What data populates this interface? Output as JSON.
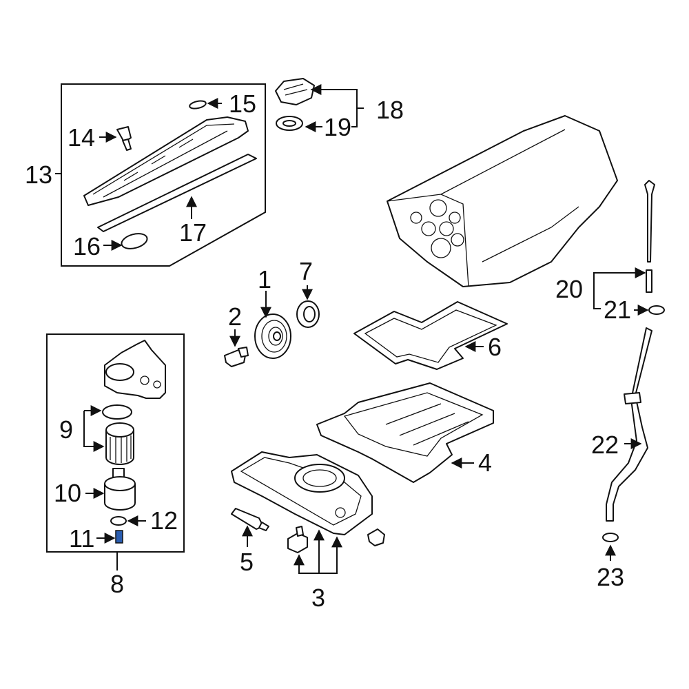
{
  "callouts": {
    "c1": "1",
    "c2": "2",
    "c3": "3",
    "c4": "4",
    "c5": "5",
    "c6": "6",
    "c7": "7",
    "c8": "8",
    "c9": "9",
    "c10": "10",
    "c11": "11",
    "c12": "12",
    "c13": "13",
    "c14": "14",
    "c15": "15",
    "c16": "16",
    "c17": "17",
    "c18": "18",
    "c19": "19",
    "c20": "20",
    "c21": "21",
    "c22": "22",
    "c23": "23"
  },
  "colors": {
    "line": "#111111",
    "background": "#ffffff",
    "highlight": "#2a5db0"
  }
}
